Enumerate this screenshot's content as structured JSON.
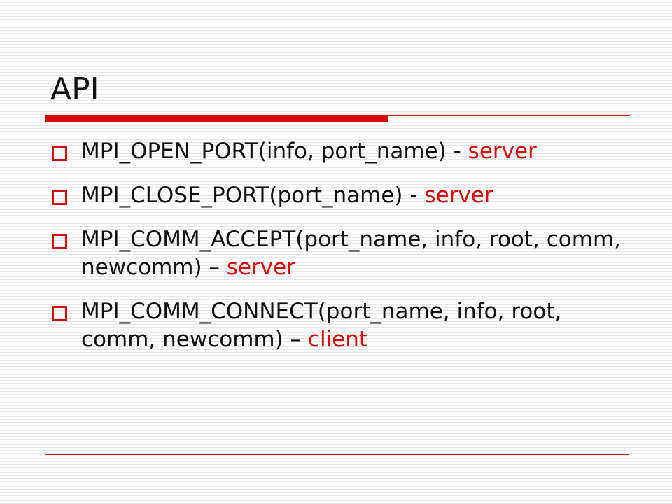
{
  "slide": {
    "title": "API",
    "accent_color": "#d9080c",
    "bullets": [
      {
        "text": "MPI_OPEN_PORT(info, port_name) - ",
        "role": "server"
      },
      {
        "text": "MPI_CLOSE_PORT(port_name) - ",
        "role": "server"
      },
      {
        "text": "MPI_COMM_ACCEPT(port_name, info, root, comm, newcomm) – ",
        "role": "server"
      },
      {
        "text": "MPI_COMM_CONNECT(port_name, info, root, comm, newcomm) – ",
        "role": "client"
      }
    ]
  }
}
